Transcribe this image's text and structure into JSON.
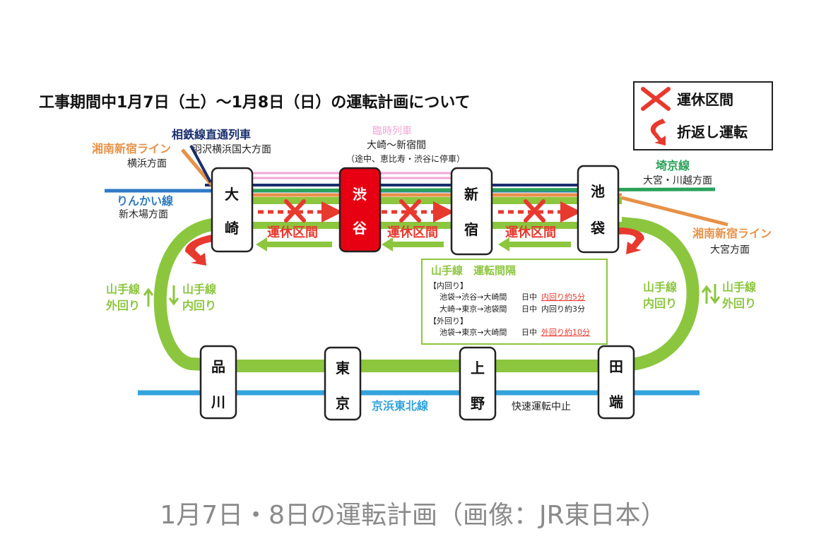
{
  "title": "工事期間中1月7日（土）〜1月8日（日）の運転計画について",
  "caption": "1月7日・8日の運転計画（画像：JR東日本）",
  "legend": {
    "suspended": "運休区間",
    "turnback": "折返し運転"
  },
  "colors": {
    "yamanote": "#8cc63e",
    "keihin_tohoku": "#33a3dc",
    "rinkai": "#2e7bc4",
    "saikyo": "#2aa25a",
    "shonan_shinjuku": "#e6924a",
    "sotetsu": "#1a2f6e",
    "rinji": "#f2a7d4",
    "shibuya": "#e60012",
    "red": "#e8392f"
  },
  "stations": {
    "osaki": [
      "大",
      "崎"
    ],
    "shibuya": [
      "渋",
      "谷"
    ],
    "shinjuku": [
      "新",
      "宿"
    ],
    "ikebukuro": [
      "池",
      "袋"
    ],
    "shinagawa": [
      "品",
      "川"
    ],
    "tokyo": [
      "東",
      "京"
    ],
    "ueno": [
      "上",
      "野"
    ],
    "tabata": [
      "田",
      "端"
    ]
  },
  "lines": {
    "sotetsu": {
      "name": "相鉄線直通列車",
      "direction": "羽沢横浜国大方面"
    },
    "shonan_left": {
      "name": "湘南新宿ライン",
      "direction": "横浜方面"
    },
    "rinkai": {
      "name": "りんかい線",
      "direction": "新木場方面"
    },
    "rinji": {
      "name": "臨時列車",
      "route": "大崎〜新宿間",
      "note": "（途中、恵比寿・渋谷に停車）"
    },
    "saikyo": {
      "name": "埼京線",
      "direction": "大宮・川越方面"
    },
    "shonan_right": {
      "name": "湘南新宿ライン",
      "direction": "大宮方面"
    },
    "keihin_tohoku": {
      "name": "京浜東北線",
      "note": "快速運転中止"
    }
  },
  "suspended_label": "運休区間",
  "yamanote_labels": {
    "outer": [
      "山手線",
      "外回り"
    ],
    "inner": [
      "山手線",
      "内回り"
    ]
  },
  "interval_box": {
    "title": "山手線　運転間隔",
    "inner_header": "【内回り】",
    "inner_rows": [
      {
        "route": "池袋→渋谷→大崎間",
        "time": "日中",
        "value": "内回り約5分",
        "highlight": true
      },
      {
        "route": "大崎→東京→池袋間",
        "time": "日中",
        "value": "内回り約3分",
        "highlight": false
      }
    ],
    "outer_header": "【外回り】",
    "outer_rows": [
      {
        "route": "池袋→東京→大崎間",
        "time": "日中",
        "value": "外回り約10分",
        "highlight": true
      }
    ]
  }
}
